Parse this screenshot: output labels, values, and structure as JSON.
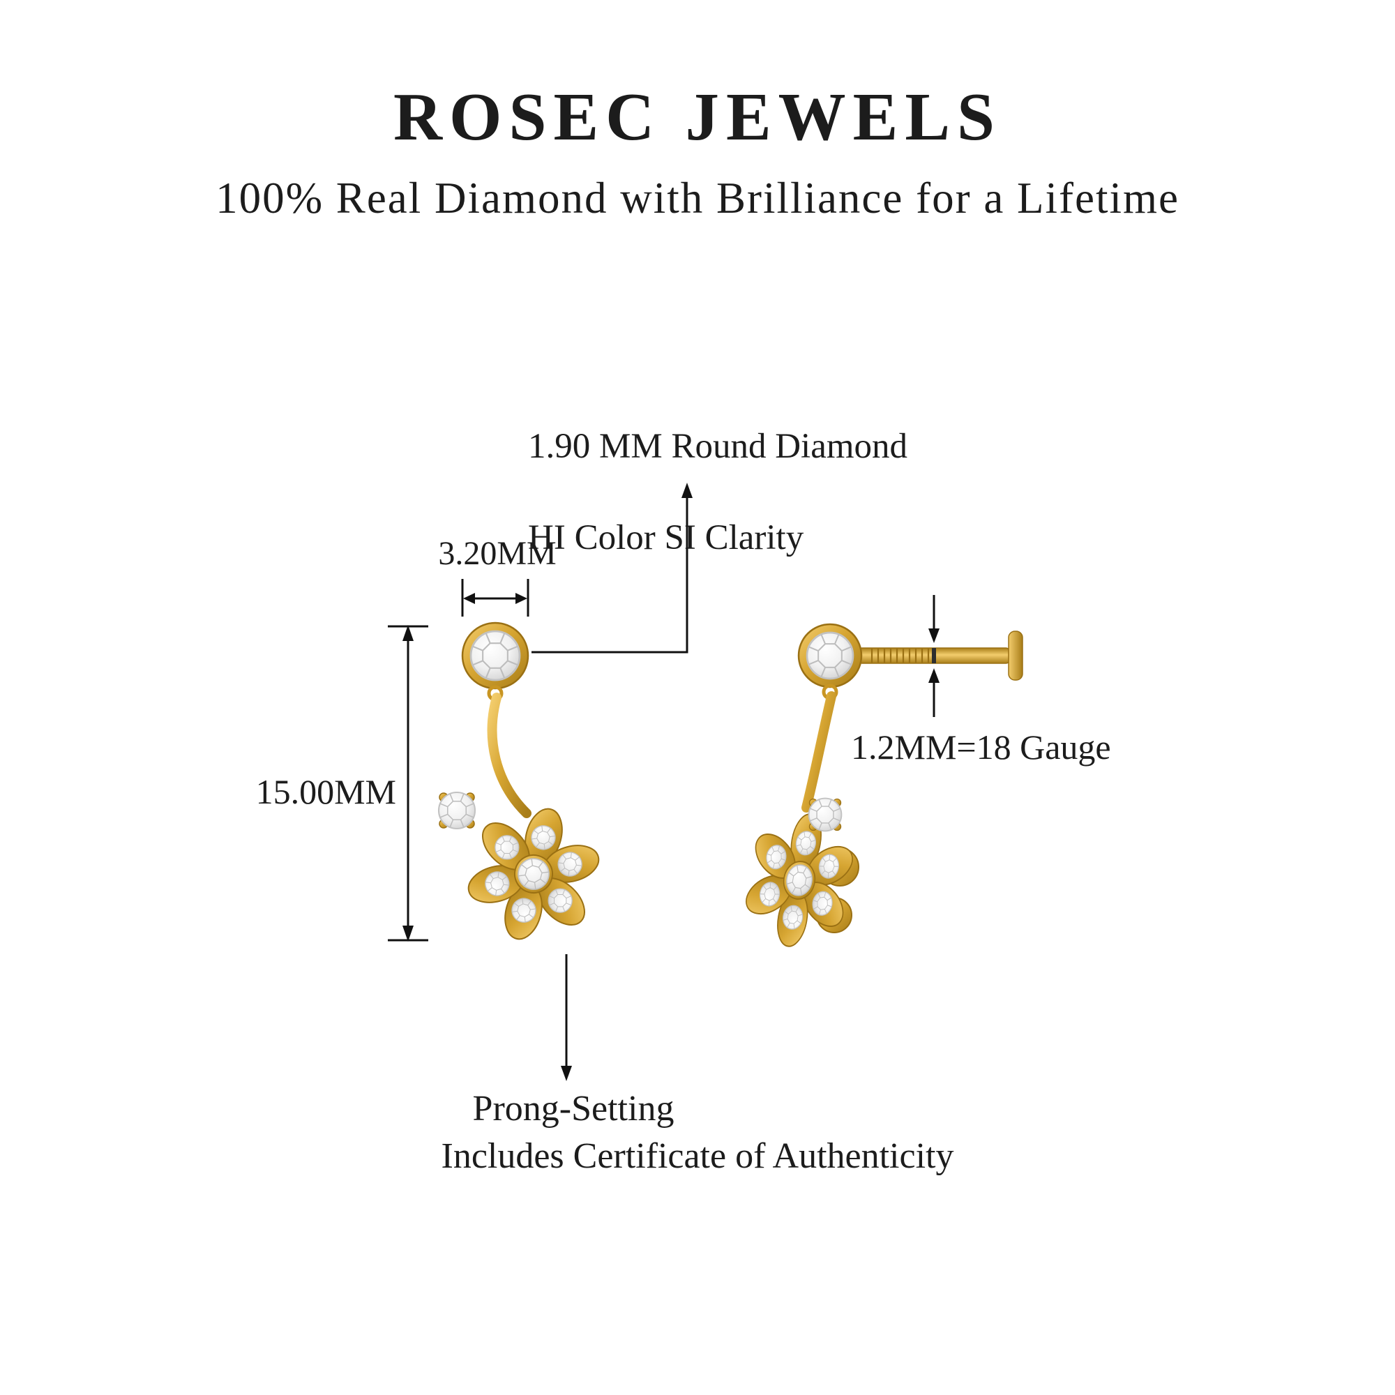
{
  "header": {
    "brand": "ROSEC JEWELS",
    "tagline": "100% Real Diamond with Brilliance for a Lifetime"
  },
  "annotations": {
    "diamond_spec_line1": "1.90 MM Round Diamond",
    "diamond_spec_line2": "HI Color SI Clarity",
    "width": "3.20MM",
    "height": "15.00MM",
    "gauge": "1.2MM=18 Gauge",
    "setting": "Prong-Setting"
  },
  "footer": {
    "certificate": "Includes Certificate of Authenticity"
  },
  "colors": {
    "text": "#1c1c1c",
    "line": "#111111",
    "gold": "#d6a532",
    "gold_light": "#f3cd6d",
    "gold_dark": "#a87d18",
    "gold_stroke": "#9a7013",
    "diamond": "#f1f1f1",
    "background": "#ffffff"
  }
}
